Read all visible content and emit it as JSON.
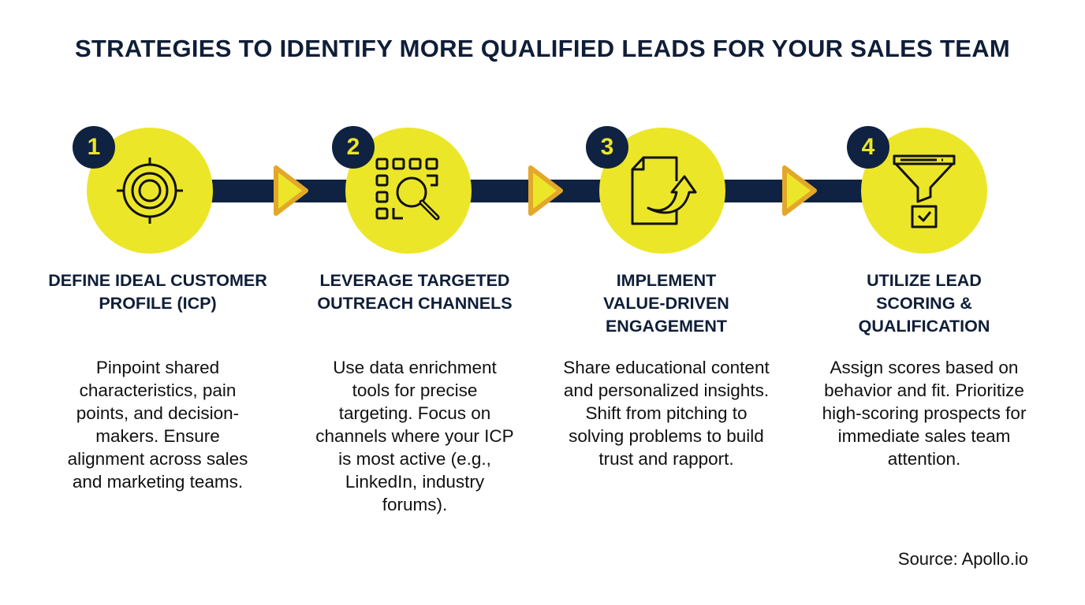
{
  "title": "STRATEGIES TO IDENTIFY MORE QUALIFIED LEADS FOR YOUR SALES TEAM",
  "colors": {
    "navy": "#0f2241",
    "yellow": "#ece629",
    "arrow_border": "#e3a72a",
    "text": "#0f1e38"
  },
  "steps": [
    {
      "number": "1",
      "icon": "target-icon",
      "title": "DEFINE IDEAL CUSTOMER PROFILE (ICP)",
      "description": "Pinpoint shared characteristics, pain points, and decision-makers. Ensure alignment across sales and marketing teams."
    },
    {
      "number": "2",
      "icon": "grid-search-icon",
      "title": "LEVERAGE TARGETED OUTREACH CHANNELS",
      "description": "Use data enrichment tools for precise targeting. Focus on channels where your ICP is most active (e.g., LinkedIn, industry forums)."
    },
    {
      "number": "3",
      "icon": "document-share-icon",
      "title": "IMPLEMENT VALUE-DRIVEN ENGAGEMENT",
      "description": "Share educational content and personalized insights. Shift from pitching to solving problems to build trust and rapport."
    },
    {
      "number": "4",
      "icon": "funnel-check-icon",
      "title": "UTILIZE LEAD SCORING & QUALIFICATION",
      "description": "Assign scores based on behavior and fit. Prioritize high-scoring prospects for immediate sales team attention."
    }
  ],
  "source": "Source: Apollo.io"
}
